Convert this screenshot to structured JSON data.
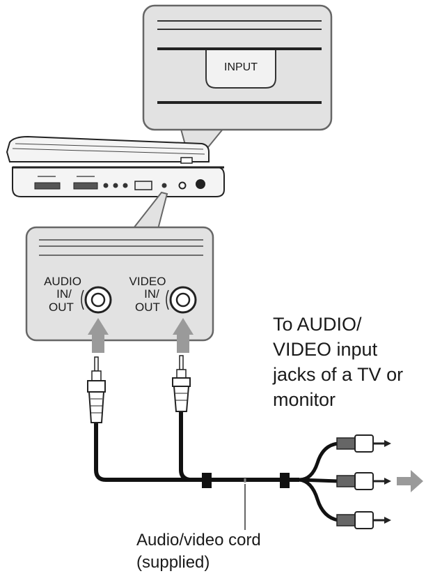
{
  "callout_top": {
    "button_label": "INPUT"
  },
  "jack_panel": {
    "audio_jack": {
      "line1": "AUDIO",
      "line2": "IN/",
      "line3": "OUT"
    },
    "video_jack": {
      "line1": "VIDEO",
      "line2": "IN/",
      "line3": "OUT"
    }
  },
  "destination_note": {
    "line1": "To AUDIO/",
    "line2": "VIDEO input",
    "line3": "jacks of a TV or",
    "line4": "monitor"
  },
  "cord_label": {
    "line1": "Audio/video cord",
    "line2": "(supplied)"
  }
}
